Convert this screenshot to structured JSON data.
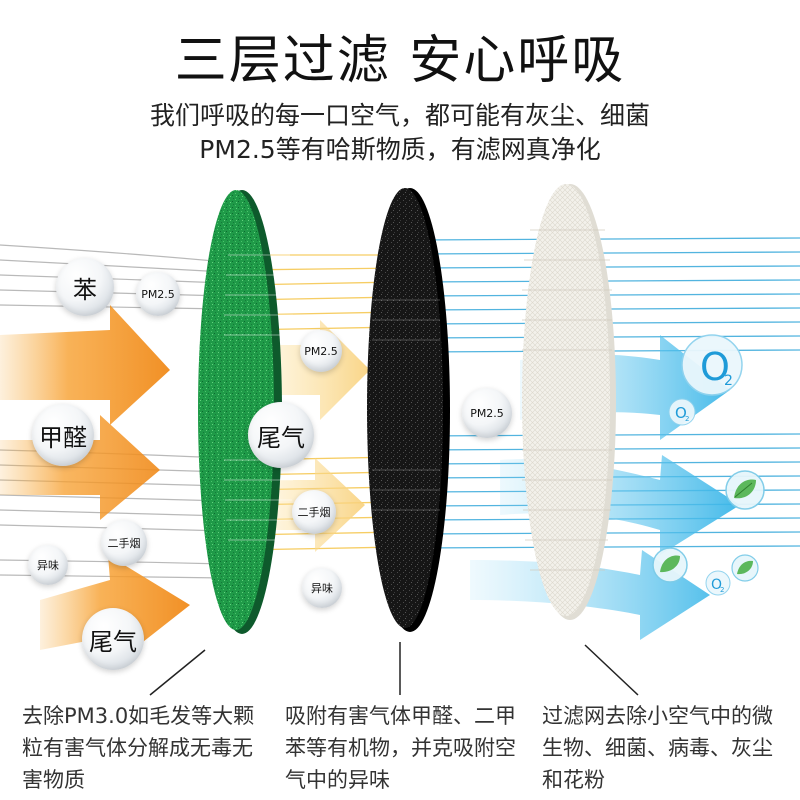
{
  "title": "三层过滤 安心呼吸",
  "subtitle_line1": "我们呼吸的每一口空气，都可能有灰尘、细菌",
  "subtitle_line2": "PM2.5等有哈斯物质，有滤网真净化",
  "colors": {
    "green_layer": "#1d9a45",
    "green_rim": "#0f5a2c",
    "black_layer": "#1a1a1a",
    "white_layer": "#f2f0ea",
    "orange_arrow": "#f59a2a",
    "yellow_lines": "#f7c94a",
    "blue_lines": "#2aa6d8",
    "gray_lines": "#9a9a9a"
  },
  "bubbles": {
    "ben": "苯",
    "pm25_a": "PM2.5",
    "jiaquan": "甲醛",
    "ershouyan_a": "二手烟",
    "yiwei_a": "异味",
    "weiqi_a": "尾气",
    "pm25_b": "PM2.5",
    "weiqi_b": "尾气",
    "ershouyan_b": "二手烟",
    "yiwei_b": "异味",
    "pm25_c": "PM2.5"
  },
  "icons": {
    "o2_large": "O",
    "o2_large_sub": "2",
    "o2_small": "O",
    "o2_small_sub": "2",
    "o2_tiny": "O",
    "o2_tiny_sub": "2",
    "leaf": "leaf-icon"
  },
  "descriptions": {
    "layer1": "去除PM3.0如毛发等大颗粒有害气体分解成无毒无害物质",
    "layer2": "吸附有害气体甲醛、二甲苯等有机物，并克吸附空气中的异味",
    "layer3": "过滤网去除小空气中的微生物、细菌、病毒、灰尘和花粉"
  }
}
